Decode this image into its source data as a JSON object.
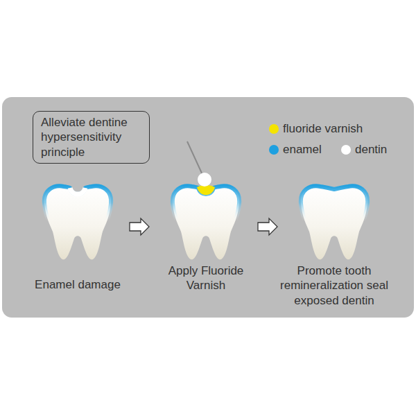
{
  "diagram": {
    "nodes": [
      {
        "text": [
          "Alleviate dentine hypersensitivity principle"
        ]
      }
    ],
    "labels": [
      "Enamel damage",
      "Apply Fluoride Varnish",
      "Promote tooth remineralization seal exposed dentin"
    ],
    "legend": [
      {
        "text": "fluoride varnish",
        "color": "#f5e400"
      },
      {
        "text": "enamel",
        "color": "#1ea0e0"
      },
      {
        "text": "dentin",
        "color": "#ffffff"
      }
    ]
  }
}
